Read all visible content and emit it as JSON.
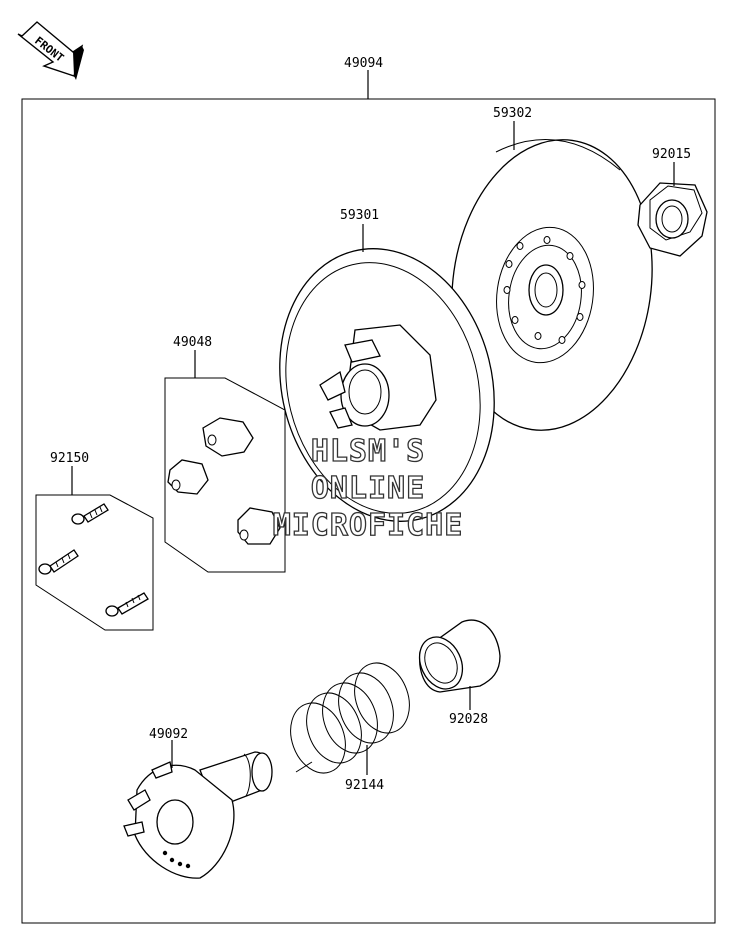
{
  "direction_label": "FRONT",
  "parts": {
    "assembly": "49094",
    "fixed_sheave": "59302",
    "movable_sheave": "59301",
    "nut": "92015",
    "weight_set": "49048",
    "screw_set": "92150",
    "collar": "92028",
    "spring": "92144",
    "cam": "49092"
  },
  "watermark": [
    "HLSM'S",
    "ONLINE",
    "MICROFICHE"
  ]
}
